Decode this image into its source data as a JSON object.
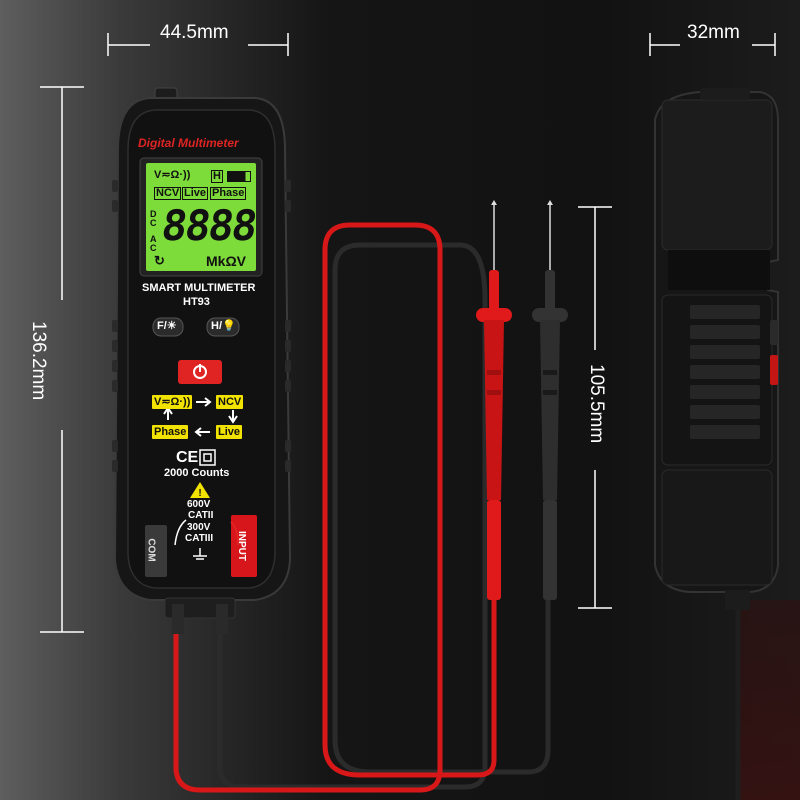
{
  "dimensions": {
    "front_width": "44.5mm",
    "front_height": "136.2mm",
    "side_width": "32mm",
    "probe_length": "105.5mm"
  },
  "device": {
    "brand_banner": "Digital Multimeter",
    "model_title": "SMART MULTIMETER",
    "model_number": "HT93",
    "counts": "2000 Counts",
    "ce_mark": "CE",
    "rating_1_voltage": "600V",
    "rating_1_category": "CATII",
    "rating_2_voltage": "300V",
    "rating_2_category": "CATIII",
    "com_label": "COM",
    "input_label": "INPUT",
    "f_button": "F/☀",
    "h_button": "H/💡"
  },
  "lcd": {
    "modes": "V≂Ω·))",
    "hold": "H",
    "ncv": "NCV",
    "live": "Live",
    "phase": "Phase",
    "dc": "DC",
    "ac": "AC",
    "reading": "8888",
    "units": "MkΩV",
    "color_green": "#7ddb3a"
  },
  "mode_diagram": {
    "v_ohm": "V≂Ω·))",
    "ncv": "NCV",
    "phase": "Phase",
    "live": "Live"
  },
  "colors": {
    "probe_red": "#e01a1a",
    "probe_black": "#2a2a2a",
    "body_black": "#1a1a1a",
    "accent_yellow": "#f2e200"
  }
}
